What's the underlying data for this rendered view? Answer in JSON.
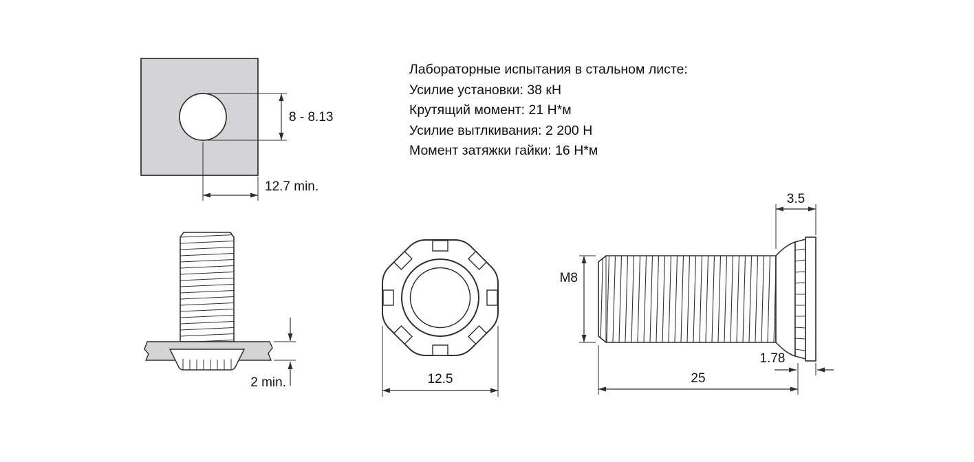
{
  "specs": {
    "title": "Лабораторные испытания в стальном листе:",
    "items": [
      "Усилие установки: 38 кН",
      "Крутящий момент: 21 Н*м",
      "Усилие вытлкивания: 2 200 Н",
      "Момент затяжки гайки: 16 Н*м"
    ]
  },
  "drawing": {
    "hole_view": {
      "hole_diameter": "8 - 8.13",
      "edge_distance": "12.7 min."
    },
    "installed_view": {
      "sheet_thickness": "2 min."
    },
    "top_view": {
      "width_across_flats": "12.5"
    },
    "side_view": {
      "head_height": "3.5",
      "thread_size": "M8",
      "shank_length": "25",
      "flange_height": "1.78"
    }
  },
  "colors": {
    "line": "#2f2f2f",
    "sheet_fill": "#d4d4d7",
    "text": "#111111",
    "background": "#ffffff"
  }
}
